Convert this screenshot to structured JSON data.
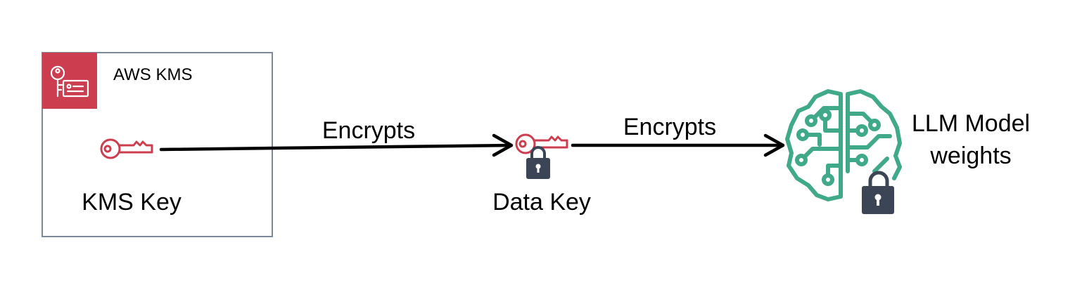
{
  "service": {
    "name": "AWS KMS",
    "icon": "kms-key-icon",
    "accent_color": "#cc3e4f"
  },
  "nodes": {
    "kms_key": {
      "label": "KMS Key",
      "icon": "key-icon"
    },
    "data_key": {
      "label": "Data Key",
      "icon": "locked-key-icon"
    },
    "model": {
      "label_line1": "LLM Model",
      "label_line2": "weights",
      "icon": "brain-circuit-icon",
      "color": "#3fa98a"
    }
  },
  "edges": [
    {
      "from": "KMS Key",
      "to": "Data Key",
      "label": "Encrypts"
    },
    {
      "from": "Data Key",
      "to": "LLM Model weights",
      "label": "Encrypts"
    }
  ],
  "colors": {
    "key": "#cc3e4f",
    "lock": "#3b4556",
    "box_border": "#7d8998"
  }
}
